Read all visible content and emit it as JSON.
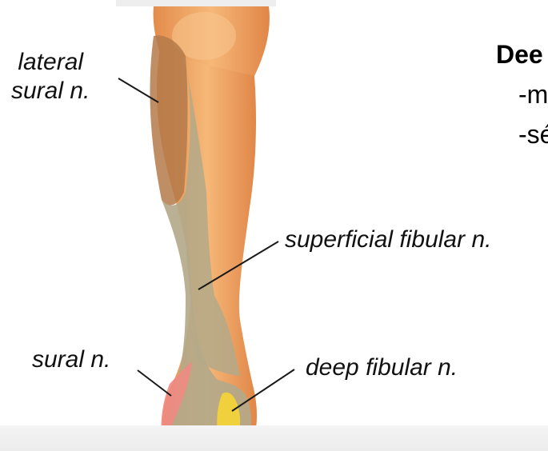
{
  "labels": {
    "lateral_sural": "lateral\nsural n.",
    "superficial_fibular": "superficial fibular n.",
    "sural": "sural n.",
    "deep_fibular": "deep fibular n."
  },
  "side_text": {
    "heading": "Dee",
    "item_1": "-m",
    "item_2": "-sé"
  },
  "colors": {
    "skin": "#f0a060",
    "skin_light": "#f8c690",
    "skin_shadow": "#d9803f",
    "lateral_sural_region": "#b47a4a",
    "superficial_fibular_region": "#b3a98a",
    "sural_region": "#ef8a82",
    "deep_fibular_region": "#f3d23a",
    "leader_line": "#1a1a1a"
  }
}
